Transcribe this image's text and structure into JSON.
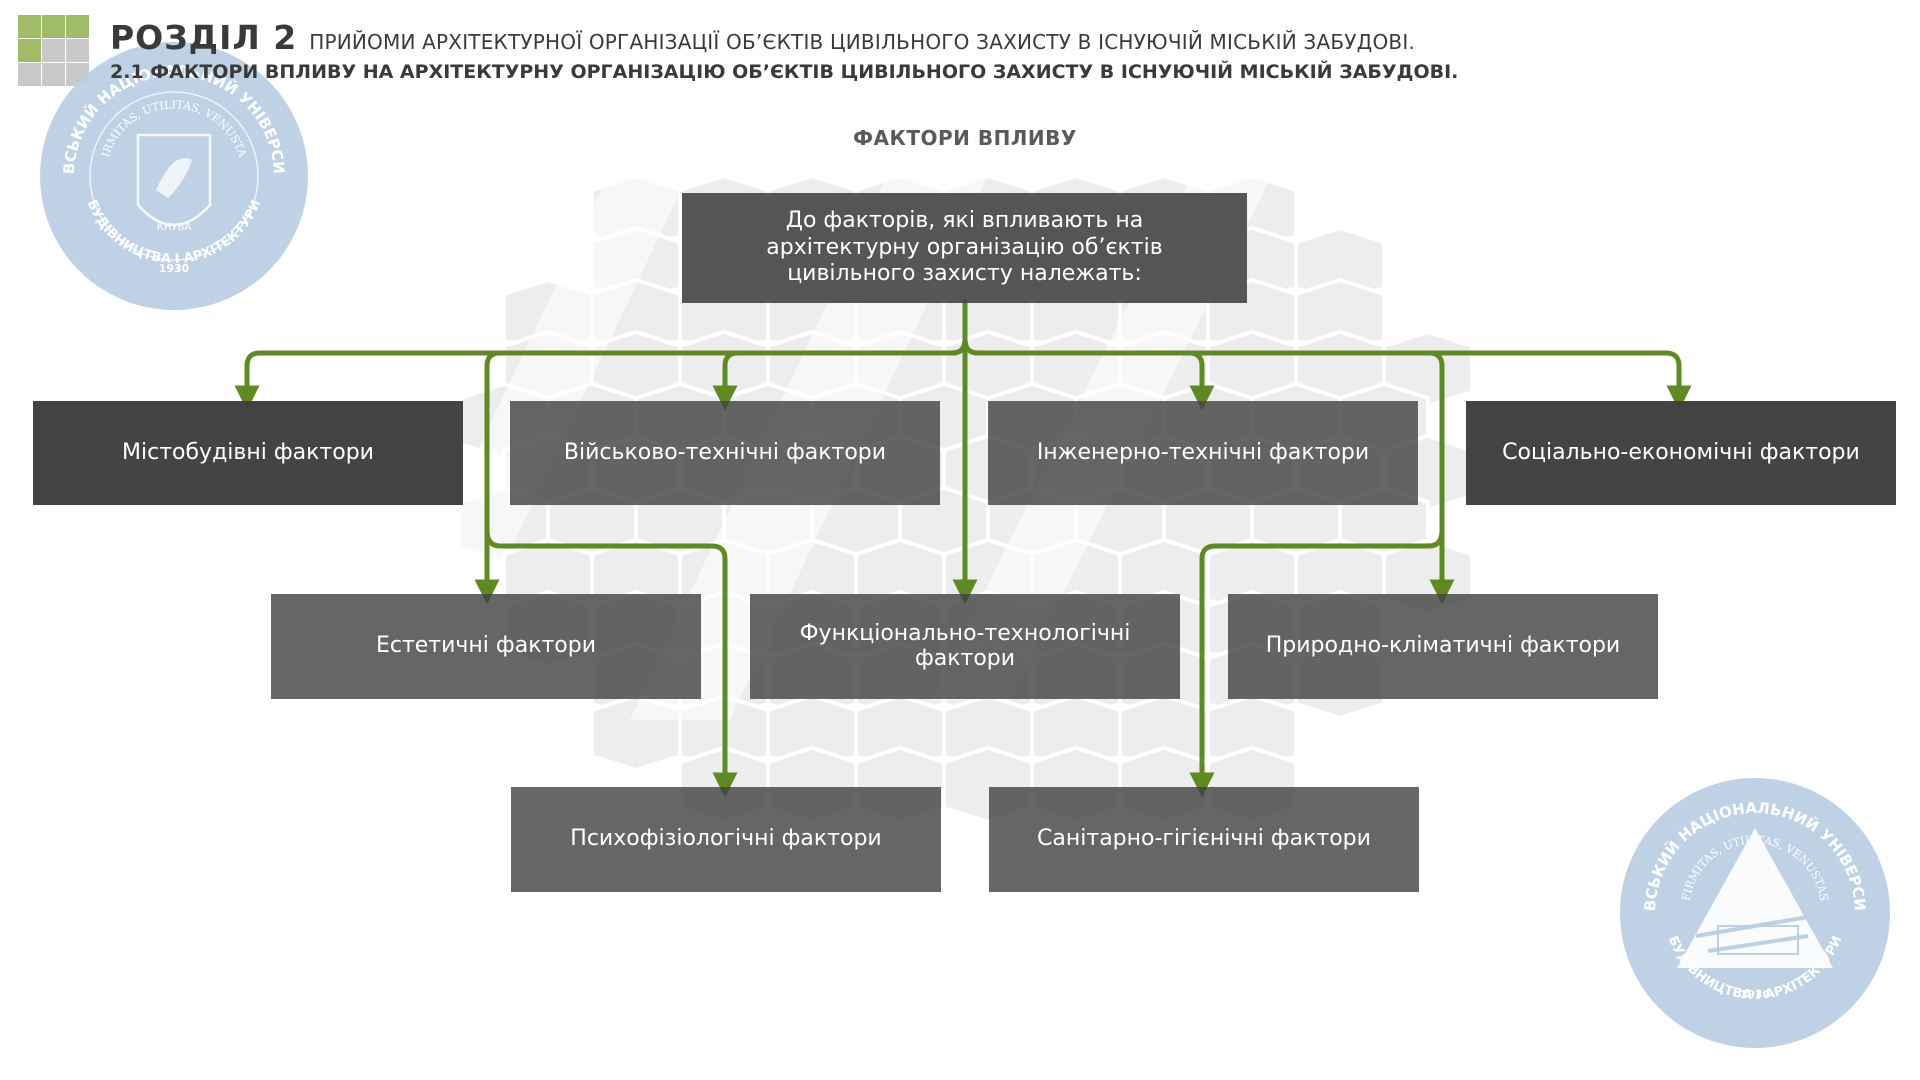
{
  "header": {
    "section_label": "РОЗДІЛ 2",
    "section_subtitle": "ПРИЙОМИ АРХІТЕКТУРНОЇ ОРГАНІЗАЦІЇ ОБ’ЄКТІВ ЦИВІЛЬНОГО ЗАХИСТУ В ІСНУЮЧІЙ МІСЬКІЙ ЗАБУДОВІ.",
    "subheading": "2.1 ФАКТОРИ ВПЛИВУ НА АРХІТЕКТУРНУ ОРГАНІЗАЦІЮ ОБ’ЄКТІВ ЦИВІЛЬНОГО ЗАХИСТУ В ІСНУЮЧІЙ МІСЬКІЙ ЗАБУДОВІ."
  },
  "diagram": {
    "title": "ФАКТОРИ ВПЛИВУ",
    "root": "До факторів, які впливають на архітектурну організацію об’єктів цивільного захисту належать:",
    "factors": [
      "Містобудівні фактори",
      "Військово-технічні фактори",
      "Інженерно-технічні фактори",
      "Соціально-економічні фактори",
      "Естетичні фактори",
      "Функціонально-технологічні фактори",
      "Природно-кліматичні фактори",
      "Психофізіологічні фактори",
      "Санітарно-гігієнічні фактори"
    ]
  },
  "seals": {
    "top_left": {
      "ring_text": "КИЇВСЬКИЙ НАЦІОНАЛЬНИЙ УНІВЕРСИТЕТ",
      "motto": "FIRMITAS, UTILITAS, VENUSTAS",
      "abbr": "КНУБА",
      "year": "1930",
      "bottom_text": "БУДІВНИЦТВА І АРХІТЕКТУРИ"
    },
    "bottom_right": {
      "ring_text": "КИЇВСЬКИЙ НАЦІОНАЛЬНИЙ УНІВЕРСИТЕТ",
      "motto": "FIRMITAS, UTILITAS, VENUSTAS",
      "year": "1930",
      "bottom_text": "БУДІВНИЦТВА І АРХІТЕКТУРИ"
    }
  },
  "colors": {
    "connector_green": "#5f8a22",
    "box_dark": "#404040",
    "seal_blue": "#bcd0e4",
    "logo_green": "#9fbd67",
    "logo_grey": "#c8c8c8"
  }
}
